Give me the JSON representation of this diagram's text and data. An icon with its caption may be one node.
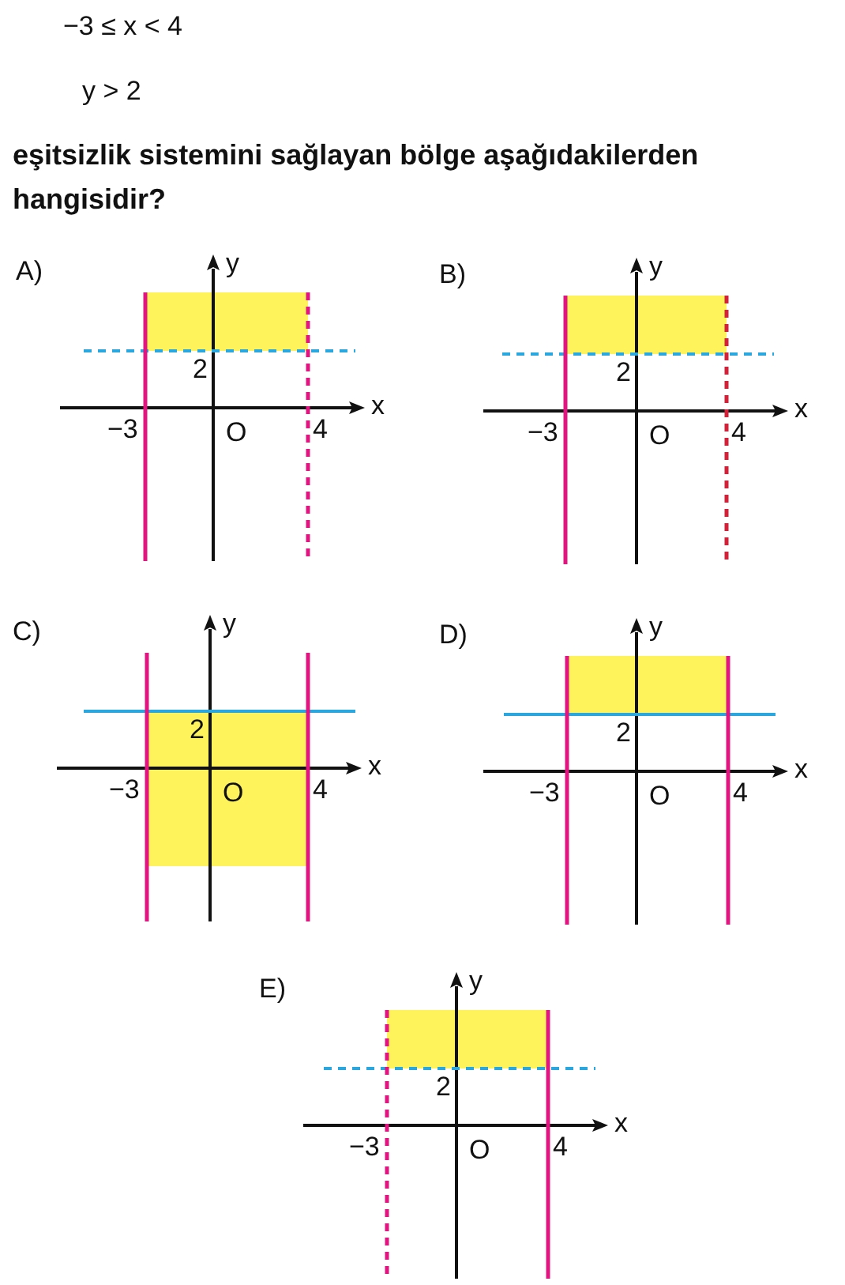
{
  "diagram": {
    "labels": [
      "−3 ≤ x < 4",
      "y > 2",
      "eşitsizlik sistemini sağlayan bölge aşağıdakilerden hangisidir?",
      "A)",
      "y",
      "2",
      "x",
      "−3",
      "O",
      "4",
      "B)",
      "y",
      "2",
      "x",
      "−3",
      "O",
      "4",
      "C)",
      "y",
      "2",
      "x",
      "−3",
      "O",
      "4",
      "D)",
      "y",
      "2",
      "x",
      "−3",
      "O",
      "4",
      "E)",
      "y",
      "2",
      "x",
      "−3",
      "O",
      "4"
    ]
  }
}
